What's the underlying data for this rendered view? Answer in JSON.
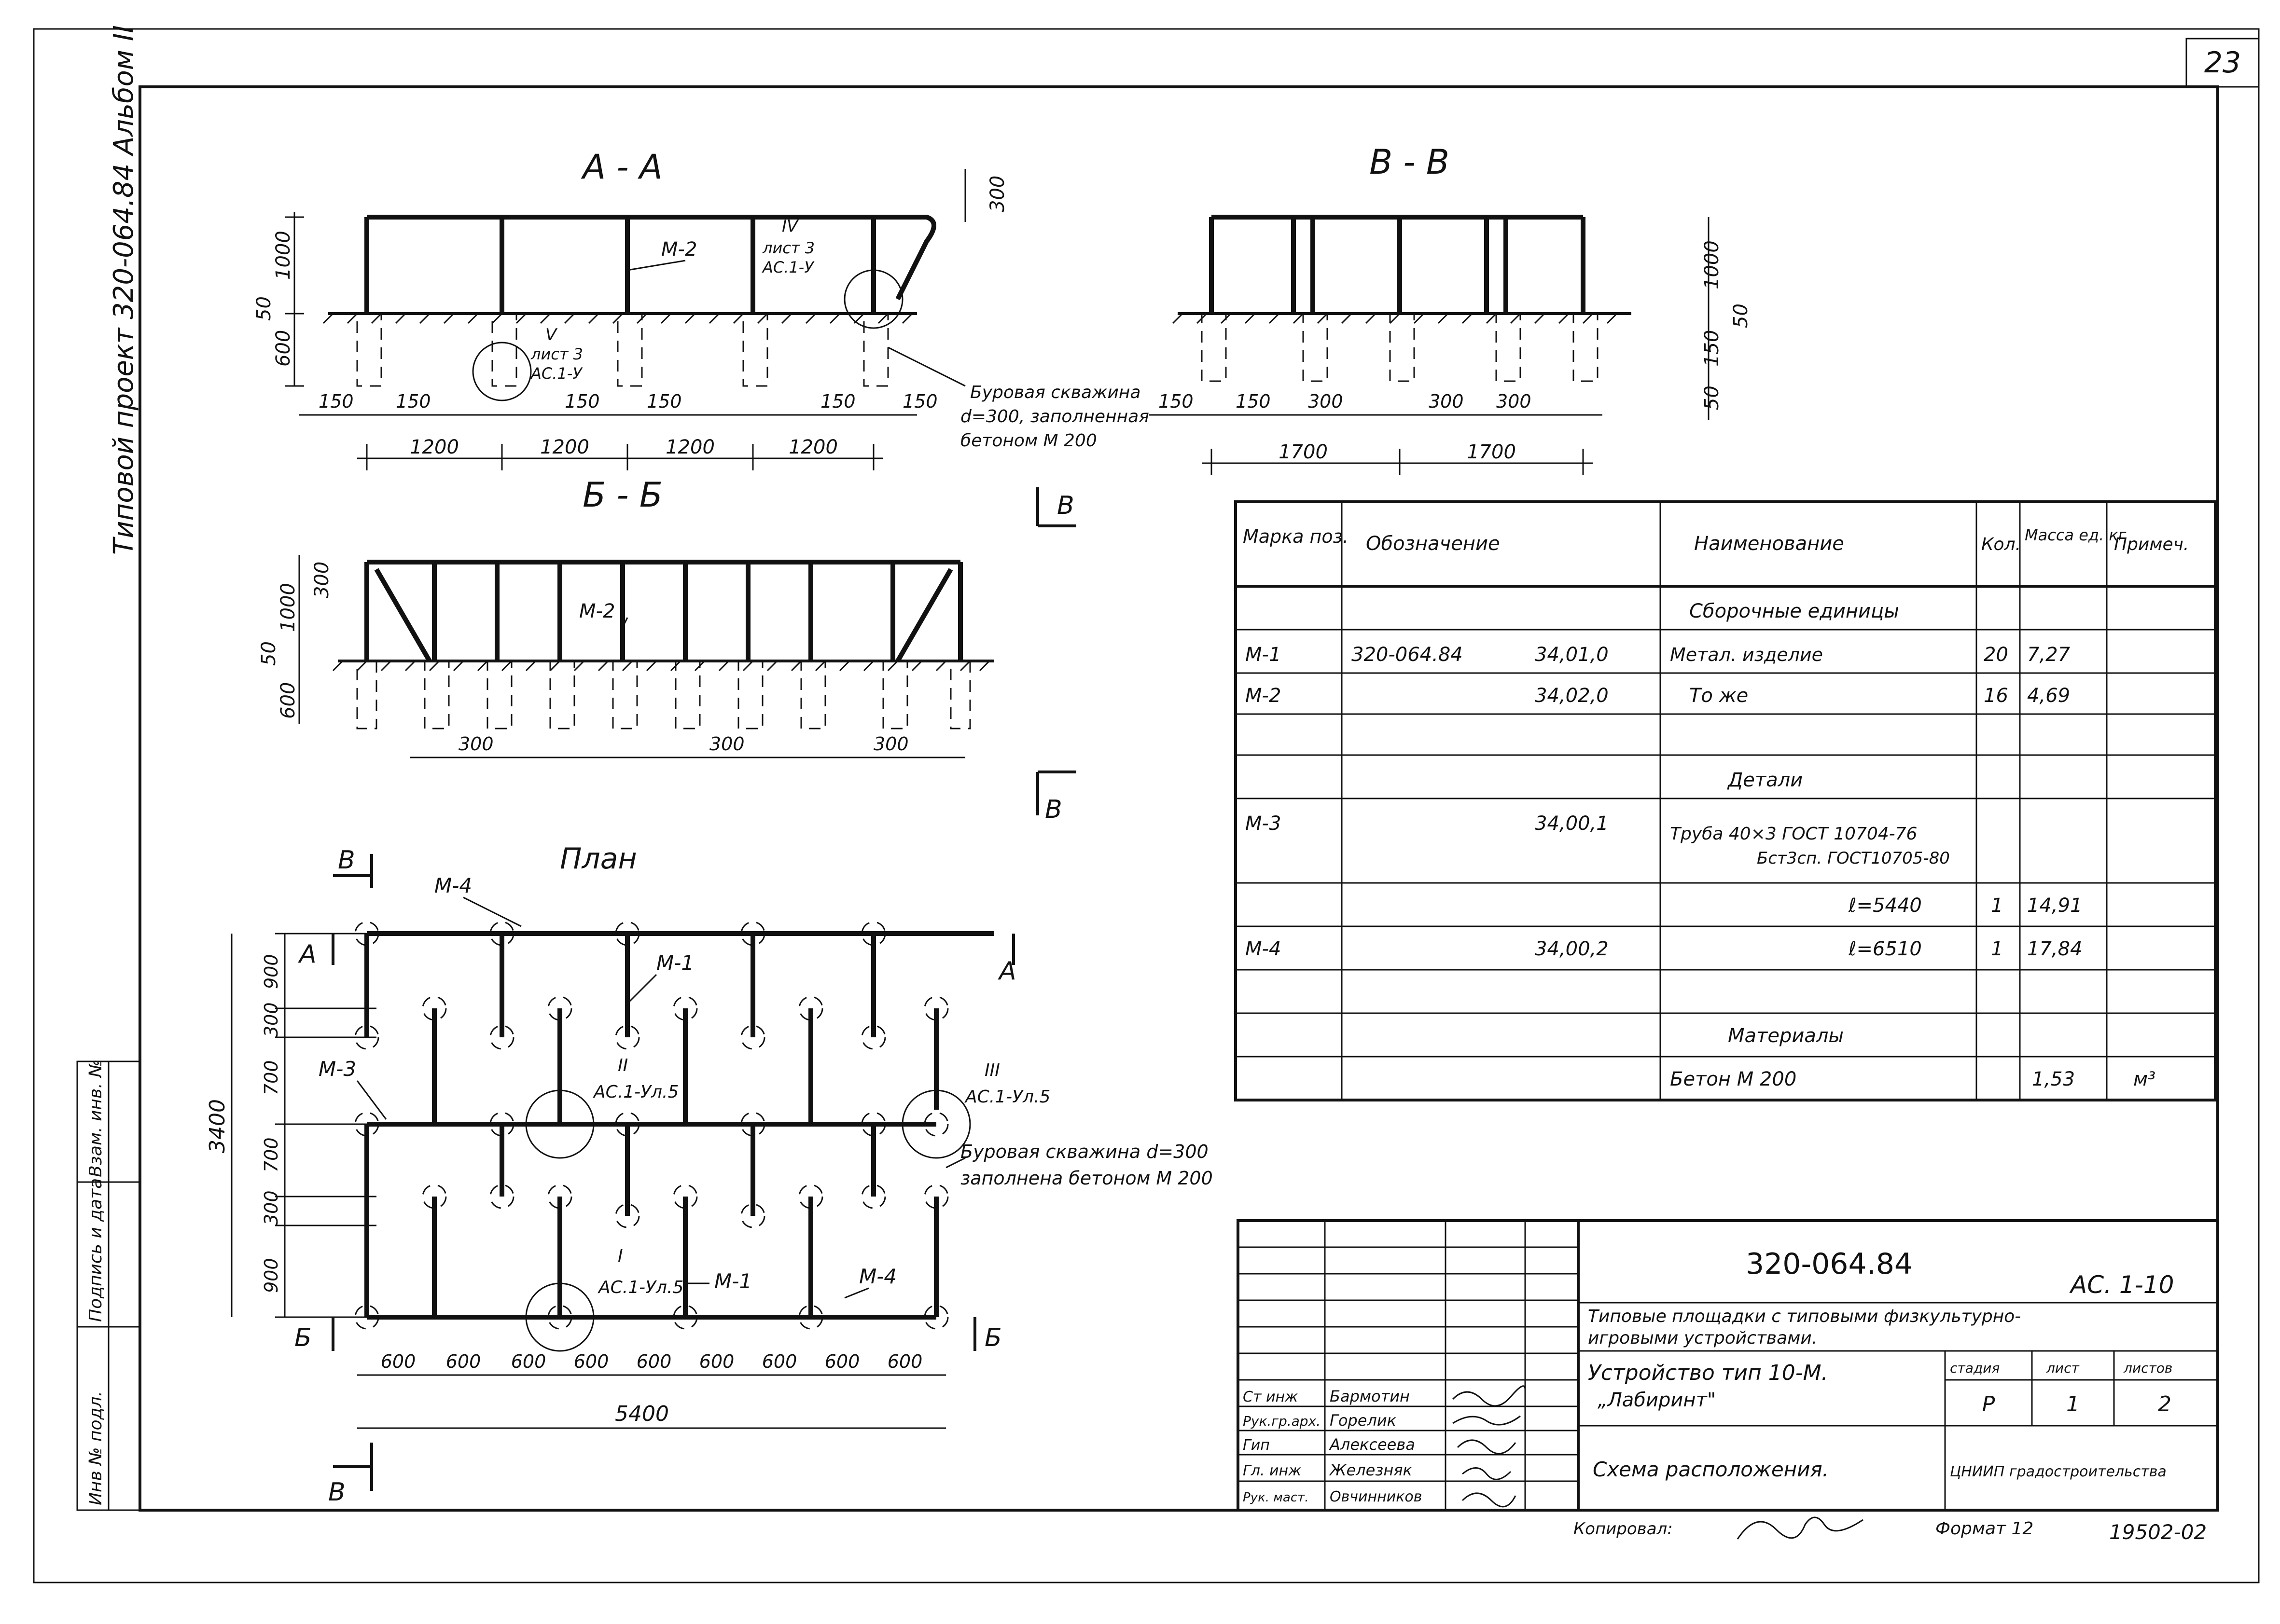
{
  "page_number": "23",
  "side_label": "Типовой   проект 320-064.84 Альбом II",
  "sections": {
    "aa_title": "А - А",
    "vv_title": "В - В",
    "bb_title": "Б - Б",
    "plan_title": "План"
  },
  "aa": {
    "dim_300": "300",
    "dim_1000": "1000",
    "dim_50": "50",
    "dim_600": "600",
    "offsets": [
      "150",
      "150",
      "150",
      "150",
      "150",
      "150"
    ],
    "spans": [
      "1200",
      "1200",
      "1200",
      "1200"
    ],
    "mark": "М-2",
    "callout_iv_num": "IV",
    "callout_iv_ref": "лист 3",
    "callout_iv_ref2": "АС.1-У",
    "callout_v_num": "V",
    "callout_v_ref": "лист 3",
    "callout_v_ref2": "АС.1-У",
    "note_line1": "Буровая скважина",
    "note_line2": "d=300, заполненная",
    "note_line3": "бетоном М 200"
  },
  "vv": {
    "dim_1000": "1000",
    "dim_50a": "50",
    "dim_150": "150",
    "dim_50b": "50",
    "offsets": [
      "150",
      "150",
      "300",
      "300",
      "300"
    ],
    "spans": [
      "1700",
      "1700"
    ]
  },
  "bb": {
    "dim_300": "300",
    "dim_1000": "1000",
    "dim_50": "50",
    "dim_600": "600",
    "mark": "М-2",
    "dims": [
      "300",
      "300",
      "300"
    ],
    "cut_label_b": "В",
    "cut_label_b2": "В"
  },
  "plan": {
    "dims_v": [
      "900",
      "300",
      "700",
      "700",
      "300",
      "900"
    ],
    "total_v": "3400",
    "dims_h": [
      "600",
      "600",
      "600",
      "600",
      "600",
      "600",
      "600",
      "600",
      "600"
    ],
    "total_h": "5400",
    "marks": {
      "m4_top": "М-4",
      "m1_top": "М-1",
      "m3": "М-3",
      "m1_bot": "М-1",
      "m4_bot": "М-4"
    },
    "cut_a_left": "А",
    "cut_a_right": "А",
    "cut_b_left": "Б",
    "cut_b_right": "Б",
    "cut_v_top": "В",
    "cut_v_bot": "В",
    "callout_ii_num": "II",
    "callout_ii_ref": "АС.1-Ул.5",
    "callout_iii_num": "III",
    "callout_iii_ref": "АС.1-Ул.5",
    "callout_i_num": "I",
    "callout_i_ref": "АС.1-Ул.5",
    "note_line1": "Буровая скважина d=300",
    "note_line2": "заполнена бетоном М 200"
  },
  "spec_table": {
    "headers": [
      "Марка поз.",
      "Обозначение",
      "Наименование",
      "Кол.",
      "Масса ед. кг",
      "Примеч."
    ],
    "rows": [
      {
        "mark": "",
        "code": "",
        "num": "",
        "name": "Сборочные единицы",
        "qty": "",
        "mass": "",
        "note": ""
      },
      {
        "mark": "М-1",
        "code": "320-064.84",
        "num": "34,01,0",
        "name": "Метал. изделие",
        "qty": "20",
        "mass": "7,27",
        "note": ""
      },
      {
        "mark": "М-2",
        "code": "",
        "num": "34,02,0",
        "name": "То же",
        "qty": "16",
        "mass": "4,69",
        "note": ""
      },
      {
        "mark": "",
        "code": "",
        "num": "",
        "name": "",
        "qty": "",
        "mass": "",
        "note": ""
      },
      {
        "mark": "",
        "code": "",
        "num": "",
        "name": "Детали",
        "qty": "",
        "mass": "",
        "note": ""
      },
      {
        "mark": "М-3",
        "code": "",
        "num": "34,00,1",
        "name": "Труба   40×3 ГОСТ 10704-76",
        "qty": "",
        "mass": "",
        "note": ""
      },
      {
        "mark": "",
        "code": "",
        "num": "",
        "name": "Бст3сп. ГОСТ10705-80",
        "qty": "",
        "mass": "",
        "note": ""
      },
      {
        "mark": "",
        "code": "",
        "num": "",
        "name": "ℓ=5440",
        "qty": "1",
        "mass": "14,91",
        "note": ""
      },
      {
        "mark": "М-4",
        "code": "",
        "num": "34,00,2",
        "name": "ℓ=6510",
        "qty": "1",
        "mass": "17,84",
        "note": ""
      },
      {
        "mark": "",
        "code": "",
        "num": "",
        "name": "",
        "qty": "",
        "mass": "",
        "note": ""
      },
      {
        "mark": "",
        "code": "",
        "num": "",
        "name": "Материалы",
        "qty": "",
        "mass": "",
        "note": ""
      },
      {
        "mark": "",
        "code": "",
        "num": "",
        "name": "Бетон М 200",
        "qty": "",
        "mass": "1,53",
        "note": "м³"
      }
    ]
  },
  "title_block": {
    "doc_number": "320-064.84",
    "sheet_code": "АС. 1-10",
    "project_line1": "Типовые площадки с типовыми физкультурно-",
    "project_line2": "игровыми устройствами.",
    "object_line1": "Устройство тип 10-М.",
    "object_line2": "„Лабиринт\"",
    "stage_label": "стадия",
    "sheet_label": "лист",
    "sheets_label": "листов",
    "stage": "Р",
    "sheet": "1",
    "sheets": "2",
    "drawing_name": "Схема расположения.",
    "organization": "ЦНИИП градостроительства",
    "people": [
      {
        "role": "Ст инж",
        "name": "Бармотин"
      },
      {
        "role": "Рук.гр.арх.",
        "name": "Горелик"
      },
      {
        "role": "Гип",
        "name": "Алексеева"
      },
      {
        "role": "Гл. инж",
        "name": "Железняк"
      },
      {
        "role": "Рук. маст.",
        "name": "Овчинников"
      }
    ]
  },
  "left_stamp": [
    "Инв № подл.",
    "Подпись и дата",
    "Взам. инв. №"
  ],
  "footer": {
    "copied_label": "Копировал:",
    "format_label": "Формат 12",
    "code": "19502-02"
  }
}
